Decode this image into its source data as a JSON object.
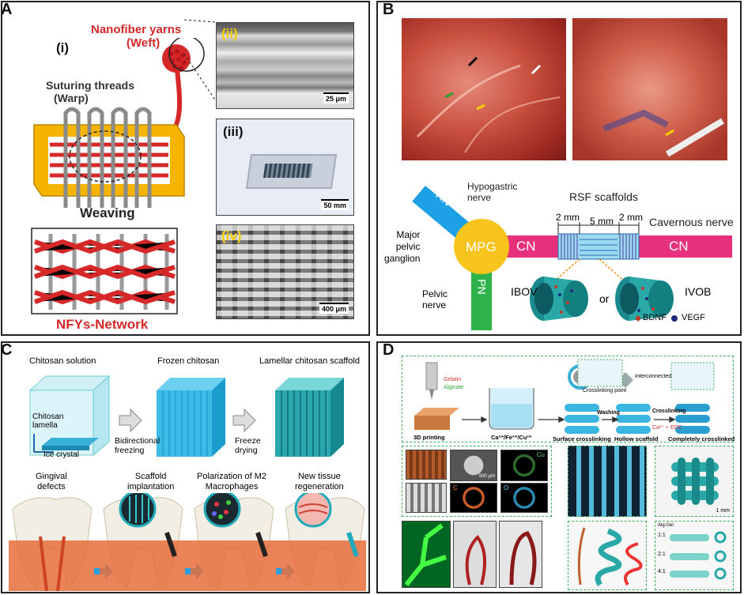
{
  "panel_a": {
    "label": "A",
    "sub_i": "(i)",
    "sub_ii": "(ii)",
    "sub_iii": "(iii)",
    "sub_iv": "(iv)",
    "nanofiber_line1": "Nanofiber yarns",
    "nanofiber_line2": "(Weft)",
    "suturing_line1": "Suturing threads",
    "suturing_line2": "(Warp)",
    "weaving": "Weaving",
    "network": "NFYs-Network",
    "scale_ii": "25 μm",
    "scale_iii": "50 mm",
    "scale_iv": "400 μm"
  },
  "panel_b": {
    "label": "B",
    "hn": "HN",
    "hypogastric_line1": "Hypogastric",
    "hypogastric_line2": "nerve",
    "rsf": "RSF scaffolds",
    "dim1": "2 mm",
    "dim2": "5 mm",
    "dim3": "2 mm",
    "cavernous": "Cavernous nerve",
    "major_line1": "Major",
    "major_line2": "pelvic",
    "major_line3": "ganglion",
    "mpg": "MPG",
    "cn_left": "CN",
    "cn_right": "CN",
    "pelvic_line1": "Pelvic",
    "pelvic_line2": "nerve",
    "pn": "PN",
    "ibov": "IBOV",
    "or": "or",
    "ivob": "IVOB",
    "bdnf": "BDNF",
    "vegf": "VEGF"
  },
  "panel_c": {
    "label": "C",
    "chitosan_solution": "Chitosan solution",
    "frozen": "Frozen chitosan",
    "lamellar": "Lamellar chitosan scaffold",
    "lamella_line1": "Chitosan",
    "lamella_line2": "lamella",
    "ice": "Ice crystal",
    "bidir_line1": "Bidirectional",
    "bidir_line2": "freezing",
    "freeze_line1": "Freeze",
    "freeze_line2": "drying",
    "gingival_line1": "Gingival",
    "gingival_line2": "defects",
    "scaffold_line1": "Scaffold",
    "scaffold_line2": "implantation",
    "polar_line1": "Polarization of M2",
    "polar_line2": "Macrophages",
    "newtissue_line1": "New tissue",
    "newtissue_line2": "regeneration"
  },
  "panel_d": {
    "label": "D",
    "gelatin": "Gelatin",
    "alginate": "Alginate",
    "interconnected": "Interconnected",
    "crosslinking_point": "Crosslinking point",
    "step_3d": "3D printing",
    "step_ions": "Ca²⁺/Fe³⁺/Cu²⁺",
    "step_surface": "Surface crosslinking",
    "washing": "Washing",
    "step_hollow": "Hollow scaffold",
    "crosslinking": "Crosslinking",
    "edc": "Ca²⁺ + EDC",
    "step_complete": "Completely crosslinked",
    "cu": "Cu",
    "c": "C",
    "o": "O",
    "ratio1": "1:1",
    "ratio2": "2:1",
    "ratio3": "4:1",
    "ratio_head": "Alg:Gel",
    "scale_500": "500 μm",
    "scale_1mm": "1 mm"
  }
}
